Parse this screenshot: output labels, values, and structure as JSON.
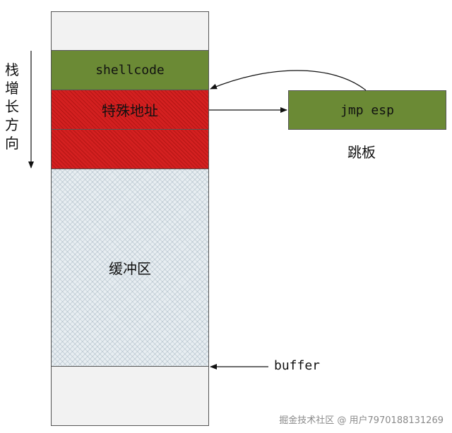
{
  "blocks": {
    "shellcode": "shellcode",
    "special_address": "特殊地址",
    "buffer_area": "缓冲区"
  },
  "trampoline": {
    "instruction": "jmp esp",
    "caption": "跳板"
  },
  "stack_growth": "栈增长方向",
  "buffer_pointer": "buffer",
  "watermark": "掘金技术社区 @ 用户7970188131269",
  "colors": {
    "green": "#6b8a35",
    "red": "#d42020",
    "buffer_fill": "#e8eef2",
    "outer": "#f2f2f2"
  }
}
